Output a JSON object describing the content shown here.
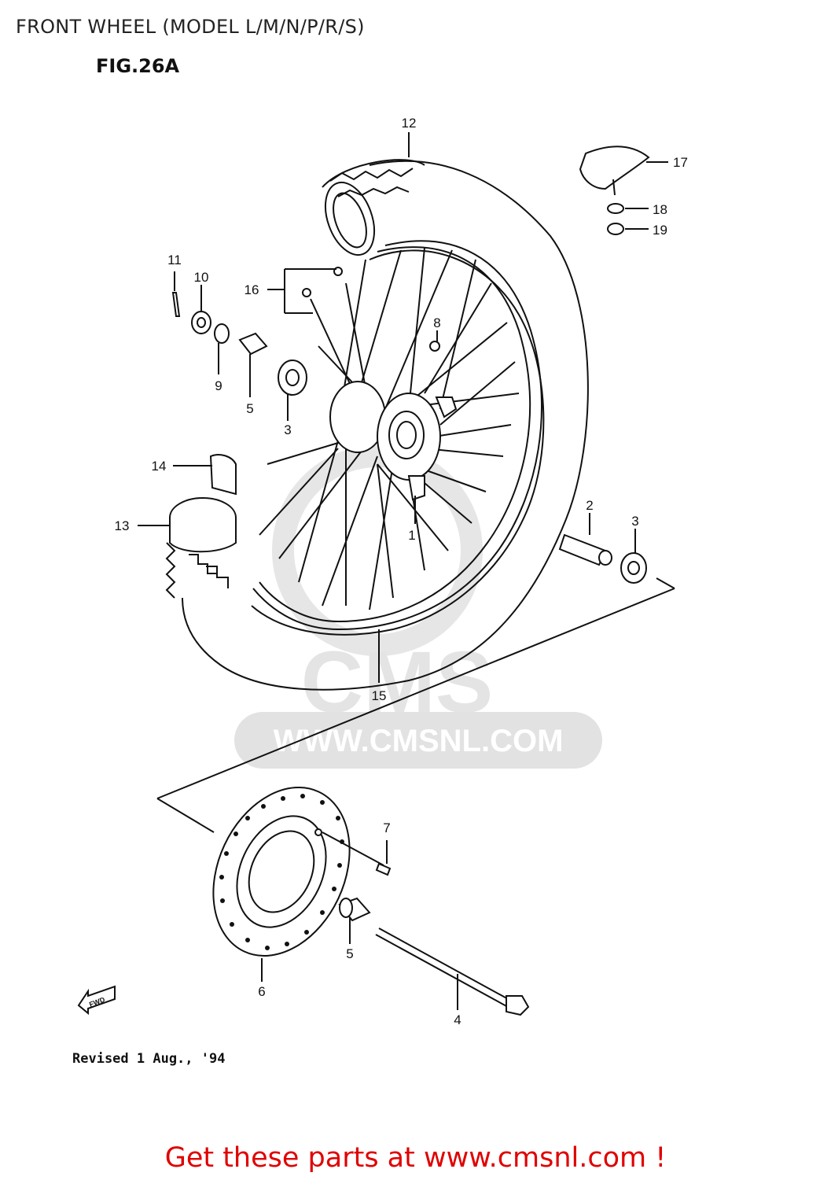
{
  "header": {
    "title": "FRONT WHEEL (MODEL L/M/N/P/R/S)",
    "figure": "FIG.26A"
  },
  "diagram": {
    "callouts": {
      "c1": "1",
      "c2": "2",
      "c3a": "3",
      "c3b": "3",
      "c4": "4",
      "c5a": "5",
      "c5b": "5",
      "c6": "6",
      "c7": "7",
      "c8": "8",
      "c9": "9",
      "c10": "10",
      "c11": "11",
      "c12": "12",
      "c13": "13",
      "c14": "14",
      "c15": "15",
      "c16": "16",
      "c17": "17",
      "c18": "18",
      "c19": "19"
    },
    "fwd_label": "FWD",
    "watermark": {
      "logo": "CMS",
      "url": "WWW.CMSNL.COM"
    }
  },
  "footer": {
    "revised": "Revised 1 Aug., '94",
    "cta": "Get these parts at www.cmsnl.com !"
  }
}
